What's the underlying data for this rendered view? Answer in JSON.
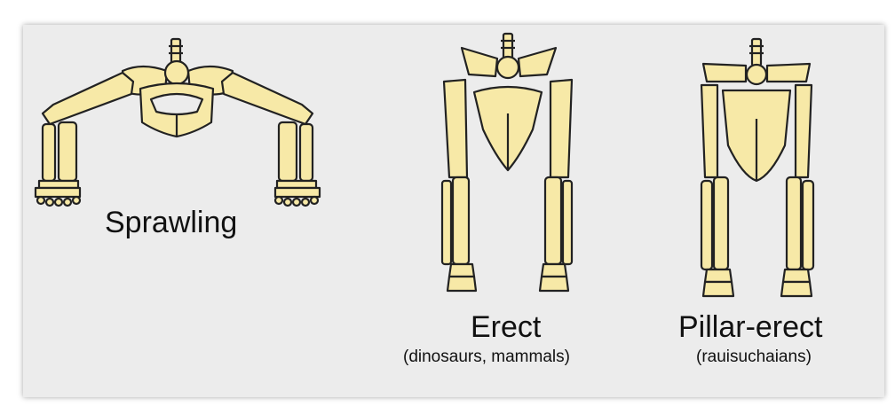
{
  "diagram": {
    "captions": {
      "sprawling": "Sprawling",
      "erect": "Erect",
      "erect_sub": "(dinosaurs, mammals)",
      "pillar": "Pillar-erect",
      "pillar_sub": "(rauisuchaians)"
    },
    "colors": {
      "bone": "#f7e9a7",
      "outline": "#222222",
      "background": "#ececec"
    }
  }
}
